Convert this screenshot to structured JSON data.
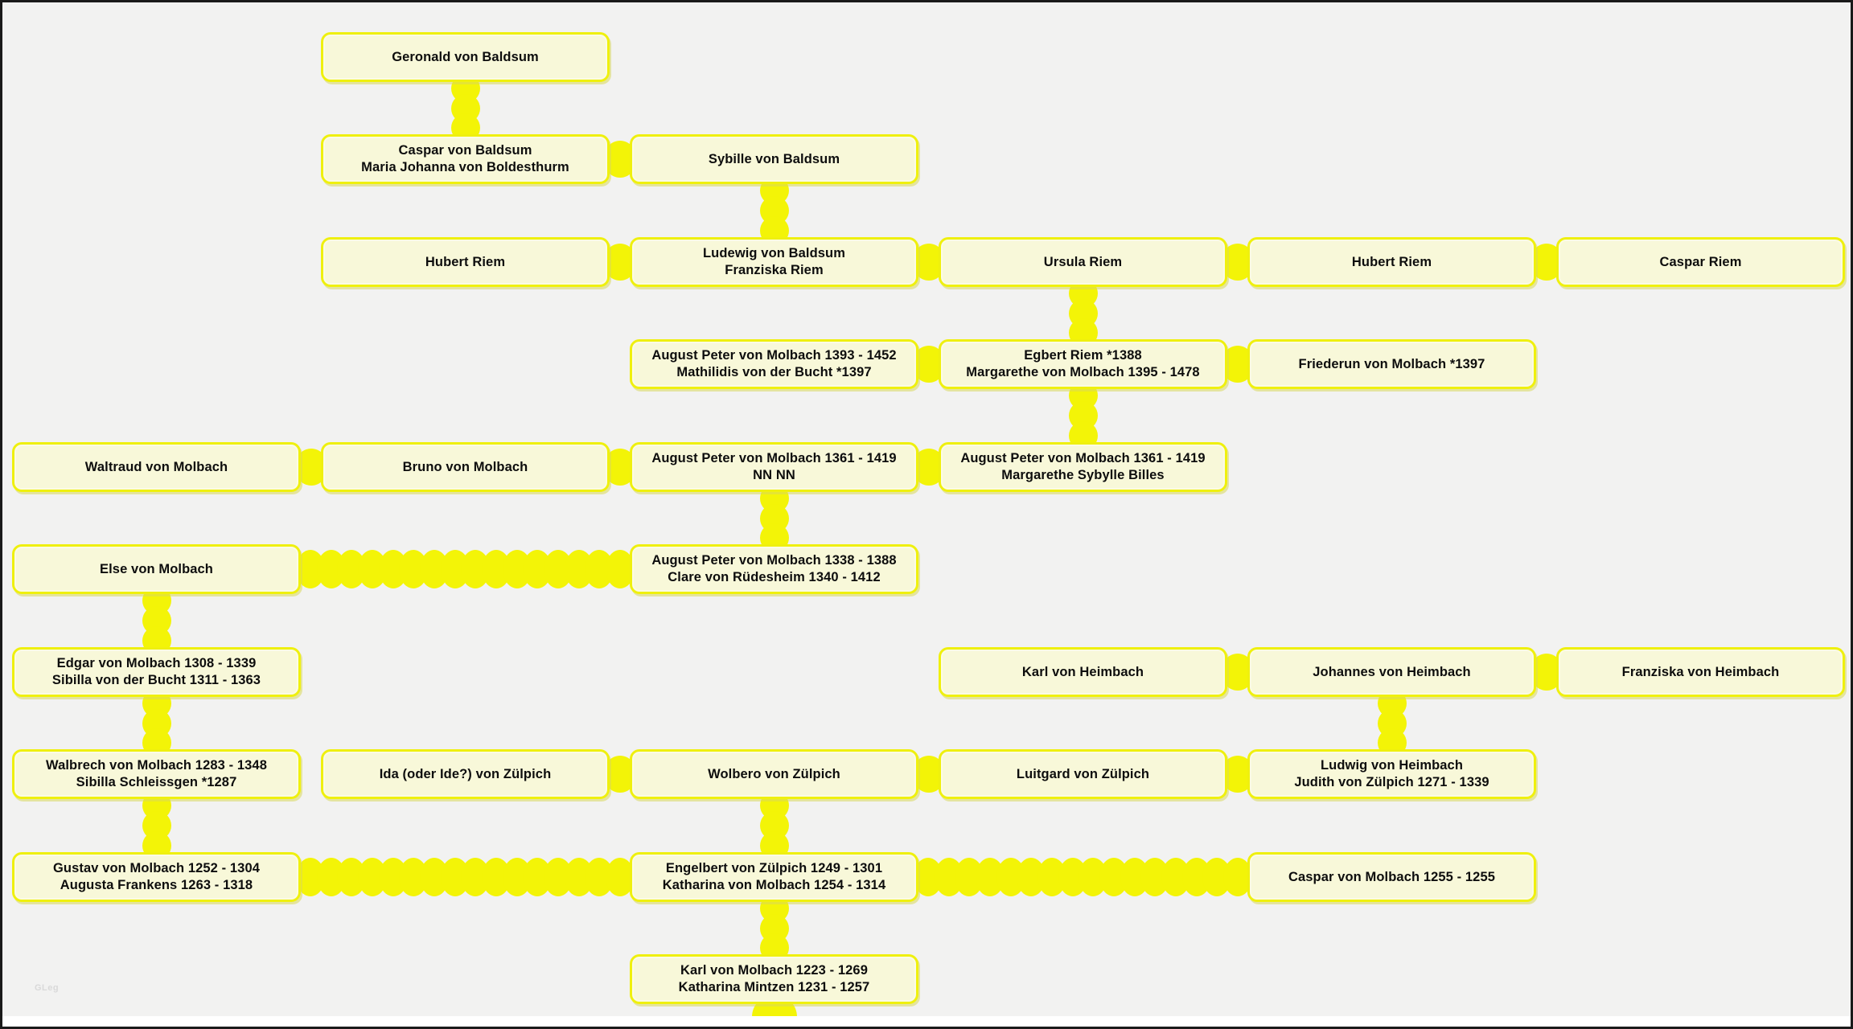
{
  "title": "Family tree chart",
  "watermark": "GLeg",
  "colors": {
    "canvas_bg": "#f2f2f1",
    "box_fill": "#f8f8d9",
    "box_border": "#eff00e",
    "connector_dot": "#f3f407",
    "text": "#0d0d0d",
    "bottom_strip": "#ffffff",
    "frame": "#1a1a1a"
  },
  "nodes": [
    {
      "id": "geronald-von-baldsum",
      "col": 1,
      "row": 1,
      "lines": [
        "Geronald von Baldsum"
      ]
    },
    {
      "id": "caspar-von-baldsum",
      "col": 1,
      "row": 2,
      "lines": [
        "Caspar von Baldsum",
        "Maria Johanna von Boldesthurm"
      ]
    },
    {
      "id": "sybille-von-baldsum",
      "col": 2,
      "row": 2,
      "lines": [
        "Sybille von Baldsum"
      ]
    },
    {
      "id": "hubert-riem-1",
      "col": 1,
      "row": 3,
      "lines": [
        "Hubert Riem"
      ]
    },
    {
      "id": "ludewig-von-baldsum",
      "col": 2,
      "row": 3,
      "lines": [
        "Ludewig von Baldsum",
        "Franziska Riem"
      ]
    },
    {
      "id": "ursula-riem",
      "col": 3,
      "row": 3,
      "lines": [
        "Ursula Riem"
      ]
    },
    {
      "id": "hubert-riem-2",
      "col": 4,
      "row": 3,
      "lines": [
        "Hubert Riem"
      ]
    },
    {
      "id": "caspar-riem",
      "col": 5,
      "row": 3,
      "lines": [
        "Caspar Riem"
      ]
    },
    {
      "id": "august-peter-1393",
      "col": 2,
      "row": 4,
      "lines": [
        "August Peter von Molbach 1393 - 1452",
        "Mathilidis von der Bucht *1397"
      ]
    },
    {
      "id": "egbert-riem",
      "col": 3,
      "row": 4,
      "lines": [
        "Egbert Riem *1388",
        "Margarethe von Molbach 1395 - 1478"
      ]
    },
    {
      "id": "friederun-von-molbach",
      "col": 4,
      "row": 4,
      "lines": [
        "Friederun von Molbach *1397"
      ]
    },
    {
      "id": "waltraud-von-molbach",
      "col": 0,
      "row": 5,
      "lines": [
        "Waltraud von Molbach"
      ]
    },
    {
      "id": "bruno-von-molbach",
      "col": 1,
      "row": 5,
      "lines": [
        "Bruno von Molbach"
      ]
    },
    {
      "id": "august-peter-1361-nn",
      "col": 2,
      "row": 5,
      "lines": [
        "August Peter von Molbach 1361 - 1419",
        "NN NN"
      ]
    },
    {
      "id": "august-peter-1361-billes",
      "col": 3,
      "row": 5,
      "lines": [
        "August Peter von Molbach 1361 - 1419",
        "Margarethe Sybylle Billes"
      ]
    },
    {
      "id": "else-von-molbach",
      "col": 0,
      "row": 6,
      "lines": [
        "Else von Molbach"
      ]
    },
    {
      "id": "august-peter-1338",
      "col": 2,
      "row": 6,
      "lines": [
        "August Peter von Molbach 1338 - 1388",
        "Clare von Rüdesheim 1340 - 1412"
      ]
    },
    {
      "id": "edgar-von-molbach",
      "col": 0,
      "row": 7,
      "lines": [
        "Edgar von Molbach 1308 - 1339",
        "Sibilla von der Bucht 1311 - 1363"
      ]
    },
    {
      "id": "karl-von-heimbach",
      "col": 3,
      "row": 7,
      "lines": [
        "Karl von Heimbach"
      ]
    },
    {
      "id": "johannes-von-heimbach",
      "col": 4,
      "row": 7,
      "lines": [
        "Johannes von Heimbach"
      ]
    },
    {
      "id": "franziska-von-heimbach",
      "col": 5,
      "row": 7,
      "lines": [
        "Franziska von Heimbach"
      ]
    },
    {
      "id": "walbrech-von-molbach",
      "col": 0,
      "row": 8,
      "lines": [
        "Walbrech von Molbach 1283 - 1348",
        "Sibilla Schleissgen *1287"
      ]
    },
    {
      "id": "ida-von-zuelpich",
      "col": 1,
      "row": 8,
      "lines": [
        "Ida (oder Ide?) von Zülpich"
      ]
    },
    {
      "id": "wolbero-von-zuelpich",
      "col": 2,
      "row": 8,
      "lines": [
        "Wolbero von Zülpich"
      ]
    },
    {
      "id": "luitgard-von-zuelpich",
      "col": 3,
      "row": 8,
      "lines": [
        "Luitgard von Zülpich"
      ]
    },
    {
      "id": "ludwig-von-heimbach",
      "col": 4,
      "row": 8,
      "lines": [
        "Ludwig von Heimbach",
        "Judith von Zülpich 1271 - 1339"
      ]
    },
    {
      "id": "gustav-von-molbach",
      "col": 0,
      "row": 9,
      "lines": [
        "Gustav von Molbach 1252 - 1304",
        "Augusta Frankens 1263 - 1318"
      ]
    },
    {
      "id": "engelbert-von-zuelpich",
      "col": 2,
      "row": 9,
      "lines": [
        "Engelbert von Zülpich 1249 - 1301",
        "Katharina von Molbach 1254 - 1314"
      ]
    },
    {
      "id": "caspar-von-molbach",
      "col": 4,
      "row": 9,
      "lines": [
        "Caspar von Molbach 1255 - 1255"
      ]
    },
    {
      "id": "karl-von-molbach",
      "col": 2,
      "row": 10,
      "lines": [
        "Karl von Molbach 1223 - 1269",
        "Katharina Mintzen 1231 - 1257"
      ]
    }
  ],
  "connectors": [
    {
      "type": "v",
      "col": 1,
      "fromRow": 1,
      "toRow": 2
    },
    {
      "type": "h",
      "row": 2,
      "leftCol": 1,
      "rightCol": 2
    },
    {
      "type": "v",
      "col": 2,
      "fromRow": 2,
      "toRow": 3
    },
    {
      "type": "h",
      "row": 3,
      "leftCol": 1,
      "rightCol": 2
    },
    {
      "type": "h",
      "row": 3,
      "leftCol": 2,
      "rightCol": 3
    },
    {
      "type": "h",
      "row": 3,
      "leftCol": 3,
      "rightCol": 4
    },
    {
      "type": "h",
      "row": 3,
      "leftCol": 4,
      "rightCol": 5
    },
    {
      "type": "v",
      "col": 3,
      "fromRow": 3,
      "toRow": 4
    },
    {
      "type": "h",
      "row": 4,
      "leftCol": 2,
      "rightCol": 3
    },
    {
      "type": "h",
      "row": 4,
      "leftCol": 3,
      "rightCol": 4
    },
    {
      "type": "v",
      "col": 3,
      "fromRow": 4,
      "toRow": 5
    },
    {
      "type": "h",
      "row": 5,
      "leftCol": 0,
      "rightCol": 1
    },
    {
      "type": "h",
      "row": 5,
      "leftCol": 1,
      "rightCol": 2
    },
    {
      "type": "h",
      "row": 5,
      "leftCol": 2,
      "rightCol": 3
    },
    {
      "type": "v",
      "col": 2,
      "fromRow": 5,
      "toRow": 6
    },
    {
      "type": "chain",
      "row": 6,
      "leftCol": 0,
      "rightCol": 2
    },
    {
      "type": "v",
      "col": 0,
      "fromRow": 6,
      "toRow": 7
    },
    {
      "type": "h",
      "row": 7,
      "leftCol": 3,
      "rightCol": 4
    },
    {
      "type": "h",
      "row": 7,
      "leftCol": 4,
      "rightCol": 5
    },
    {
      "type": "v",
      "col": 0,
      "fromRow": 7,
      "toRow": 8
    },
    {
      "type": "v",
      "col": 4,
      "fromRow": 7,
      "toRow": 8
    },
    {
      "type": "h",
      "row": 8,
      "leftCol": 1,
      "rightCol": 2
    },
    {
      "type": "h",
      "row": 8,
      "leftCol": 2,
      "rightCol": 3
    },
    {
      "type": "h",
      "row": 8,
      "leftCol": 3,
      "rightCol": 4
    },
    {
      "type": "v",
      "col": 0,
      "fromRow": 8,
      "toRow": 9
    },
    {
      "type": "v",
      "col": 2,
      "fromRow": 8,
      "toRow": 9
    },
    {
      "type": "chain",
      "row": 9,
      "leftCol": 0,
      "rightCol": 2
    },
    {
      "type": "chain",
      "row": 9,
      "leftCol": 2,
      "rightCol": 4
    },
    {
      "type": "v",
      "col": 2,
      "fromRow": 9,
      "toRow": 10
    },
    {
      "type": "stub",
      "col": 2,
      "row": 10
    }
  ]
}
